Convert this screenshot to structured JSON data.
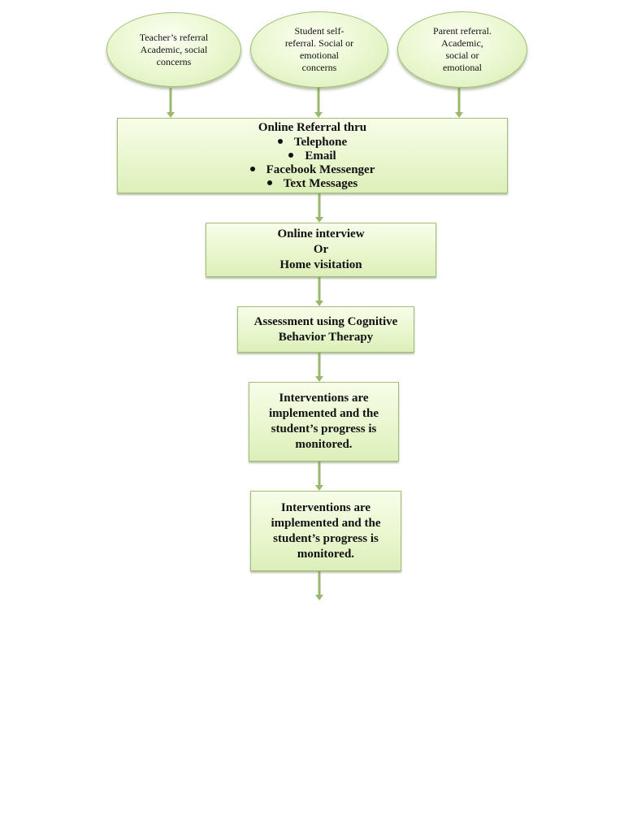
{
  "diagram": {
    "sources": [
      {
        "id": "teacher",
        "label": "Teacher’s referral\nAcademic, social\nconcerns"
      },
      {
        "id": "student",
        "label": "Student self-\nreferral. Social or\nemotional\nconcerns"
      },
      {
        "id": "parent",
        "label": "Parent referral.\nAcademic,\nsocial or\nemotional"
      }
    ],
    "referral": {
      "title": "Online Referral thru",
      "items": [
        "Telephone",
        "Email",
        "Facebook Messenger",
        "Text Messages"
      ]
    },
    "interview": {
      "label": "Online interview\nOr\nHome visitation"
    },
    "assessment": {
      "label": "Assessment using Cognitive\nBehavior Therapy"
    },
    "intervention_1": {
      "label": "Interventions are\nimplemented and the\nstudent’s progress is\nmonitored."
    },
    "intervention_2": {
      "label": "Interventions are\nimplemented and the\nstudent’s progress is\nmonitored."
    },
    "colors": {
      "connector": "#9ab86b",
      "border": "#a3bd7c",
      "fill": "#e8f6cc"
    }
  }
}
